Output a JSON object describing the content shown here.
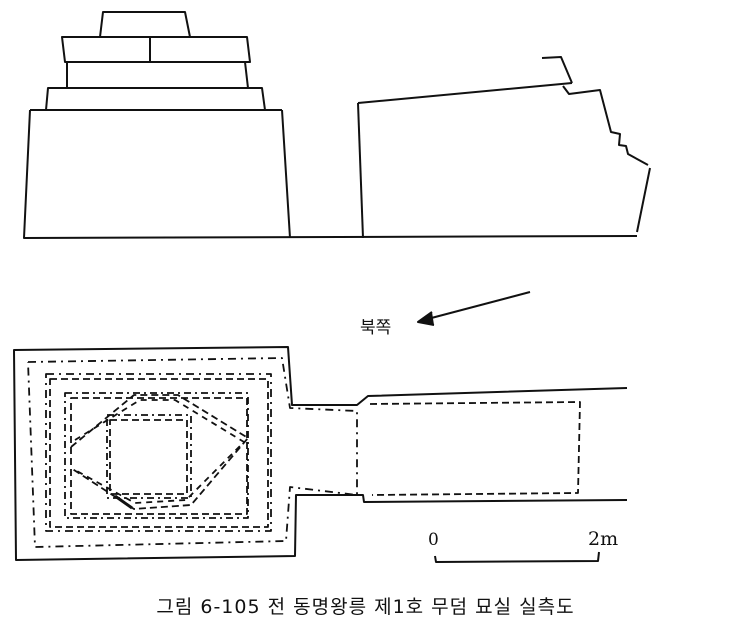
{
  "figure": {
    "caption": "그림 6-105  전 동명왕릉 제1호 무덤 묘실 실측도",
    "north_label": "북쪽",
    "scale_start": "0",
    "scale_end": "2m",
    "line_color": "#111111"
  }
}
